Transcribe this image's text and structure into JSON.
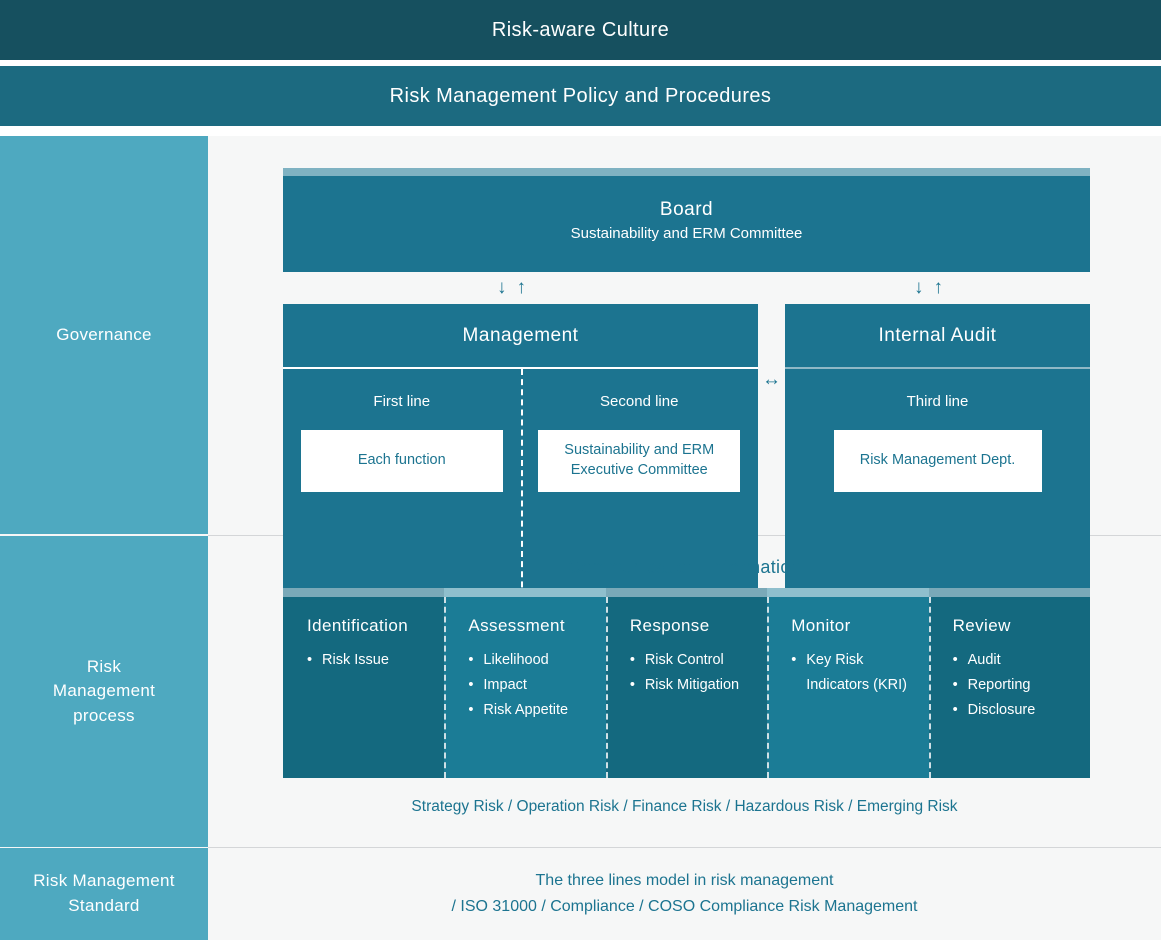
{
  "banners": {
    "culture": "Risk-aware Culture",
    "policy": "Risk Management Policy and Procedures"
  },
  "sidebar": {
    "governance": "Governance",
    "process": "Risk\nManagement\nprocess",
    "process_line1": "Risk",
    "process_line2": "Management",
    "process_line3": "process",
    "standard_line1": "Risk Management",
    "standard_line2": "Standard"
  },
  "governance": {
    "board": {
      "title": "Board",
      "subtitle": "Sustainability and ERM Committee"
    },
    "arrow_down": "↓",
    "arrow_up": "↑",
    "arrow_horizontal": "↔",
    "management": {
      "title": "Management",
      "lanes": [
        {
          "label": "First line",
          "box": "Each function"
        },
        {
          "label": "Second line",
          "box": "Sustainability and ERM\nExecutive Committee"
        }
      ]
    },
    "internal_audit": {
      "title": "Internal Audit",
      "lanes": [
        {
          "label": "Third line",
          "box": "Risk Management Dept."
        }
      ]
    }
  },
  "process": {
    "communication_label": "Communication, Information",
    "columns": [
      {
        "title": "Identification",
        "shade": "dark",
        "items": [
          "Risk Issue"
        ]
      },
      {
        "title": "Assessment",
        "shade": "light",
        "items": [
          "Likelihood",
          "Impact",
          "Risk Appetite"
        ]
      },
      {
        "title": "Response",
        "shade": "dark",
        "items": [
          "Risk Control",
          "Risk Mitigation"
        ]
      },
      {
        "title": "Monitor",
        "shade": "light",
        "items": [
          "Key Risk Indicators (KRI)"
        ]
      },
      {
        "title": "Review",
        "shade": "dark",
        "items": [
          "Audit",
          "Reporting",
          "Disclosure"
        ]
      }
    ],
    "risk_types": "Strategy Risk / Operation Risk / Finance Risk / Hazardous Risk / Emerging Risk"
  },
  "standard": {
    "line1": "The three lines model in risk management",
    "line2": "/ ISO 31000 / Compliance / COSO Compliance Risk Management"
  },
  "colors": {
    "banner_dark": "#16505f",
    "banner_mid": "#1c6a80",
    "sidebar": "#4ea9c0",
    "box_teal": "#1c7490",
    "col_dark": "#14697f",
    "col_light": "#1b7c96",
    "accent": "#7fb2c2",
    "page_bg": "#f6f7f7"
  }
}
